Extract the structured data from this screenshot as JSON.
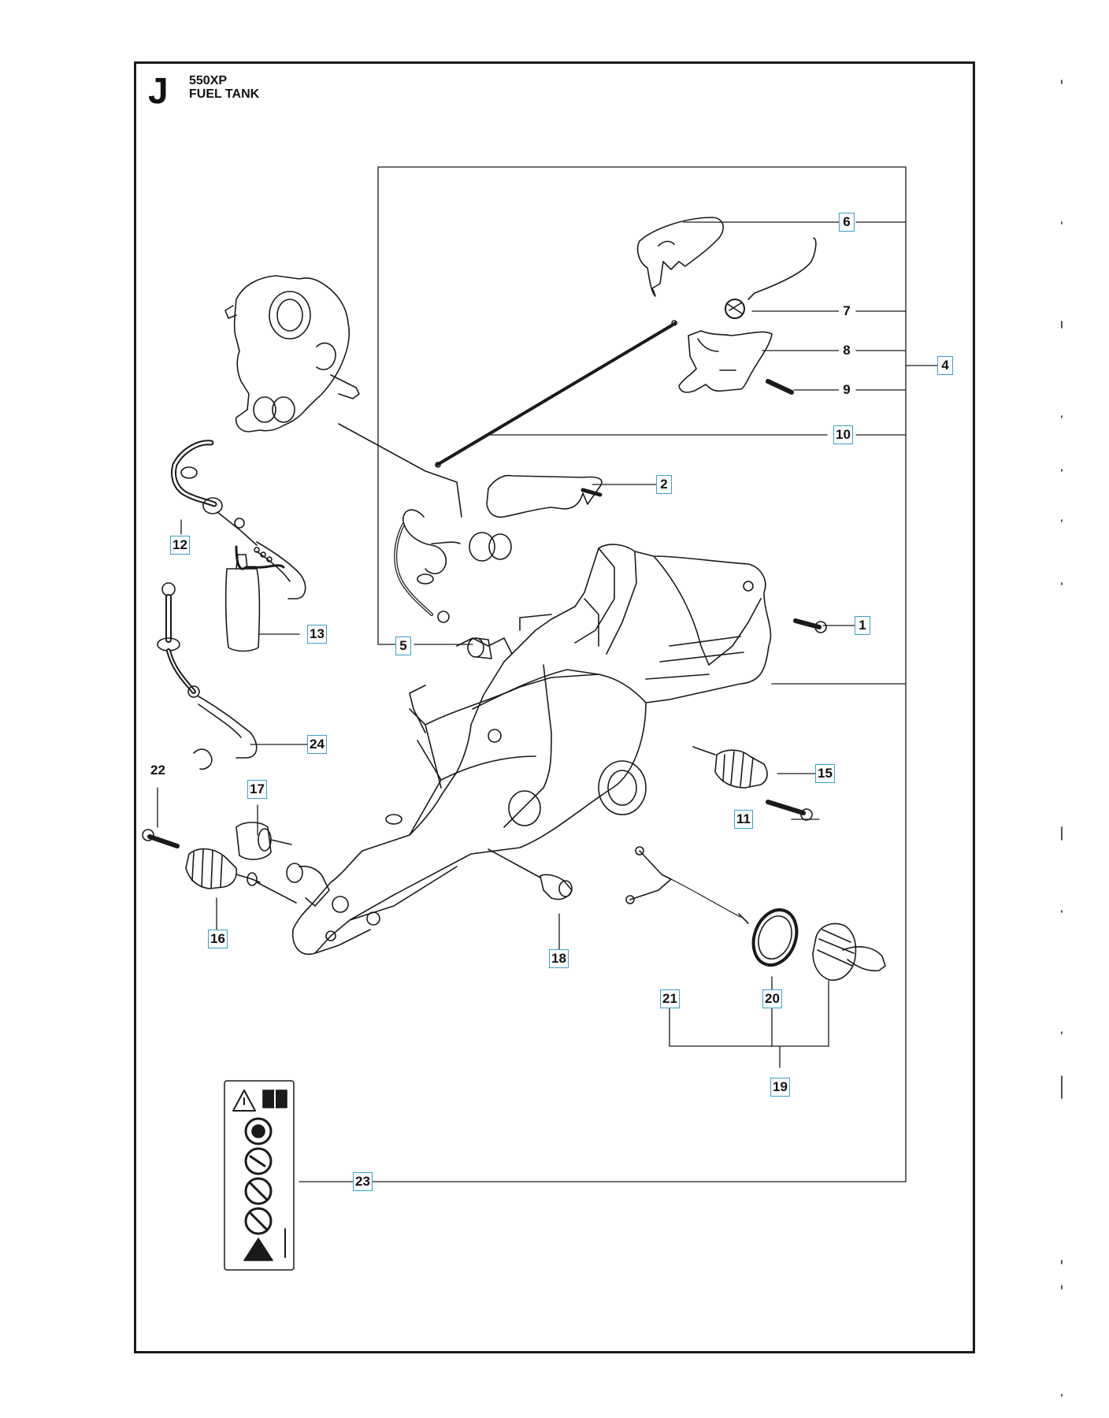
{
  "header": {
    "section_letter": "J",
    "model": "550XP",
    "title": "FUEL TANK"
  },
  "callouts": [
    {
      "id": "6",
      "label": "6",
      "boxed": true
    },
    {
      "id": "7",
      "label": "7",
      "boxed": false
    },
    {
      "id": "8",
      "label": "8",
      "boxed": false
    },
    {
      "id": "4",
      "label": "4",
      "boxed": true
    },
    {
      "id": "9",
      "label": "9",
      "boxed": false
    },
    {
      "id": "10",
      "label": "10",
      "boxed": true
    },
    {
      "id": "2",
      "label": "2",
      "boxed": true
    },
    {
      "id": "12",
      "label": "12",
      "boxed": true
    },
    {
      "id": "1",
      "label": "1",
      "boxed": true
    },
    {
      "id": "13",
      "label": "13",
      "boxed": true
    },
    {
      "id": "5",
      "label": "5",
      "boxed": true
    },
    {
      "id": "24",
      "label": "24",
      "boxed": true
    },
    {
      "id": "22",
      "label": "22",
      "boxed": false
    },
    {
      "id": "15",
      "label": "15",
      "boxed": true
    },
    {
      "id": "17",
      "label": "17",
      "boxed": true
    },
    {
      "id": "11",
      "label": "11",
      "boxed": true
    },
    {
      "id": "16",
      "label": "16",
      "boxed": true
    },
    {
      "id": "18",
      "label": "18",
      "boxed": true
    },
    {
      "id": "21",
      "label": "21",
      "boxed": true
    },
    {
      "id": "20",
      "label": "20",
      "boxed": true
    },
    {
      "id": "19",
      "label": "19",
      "boxed": true
    },
    {
      "id": "23",
      "label": "23",
      "boxed": true
    }
  ],
  "colors": {
    "line": "#1a1a1a",
    "callout_border": "#3aa0c8"
  }
}
